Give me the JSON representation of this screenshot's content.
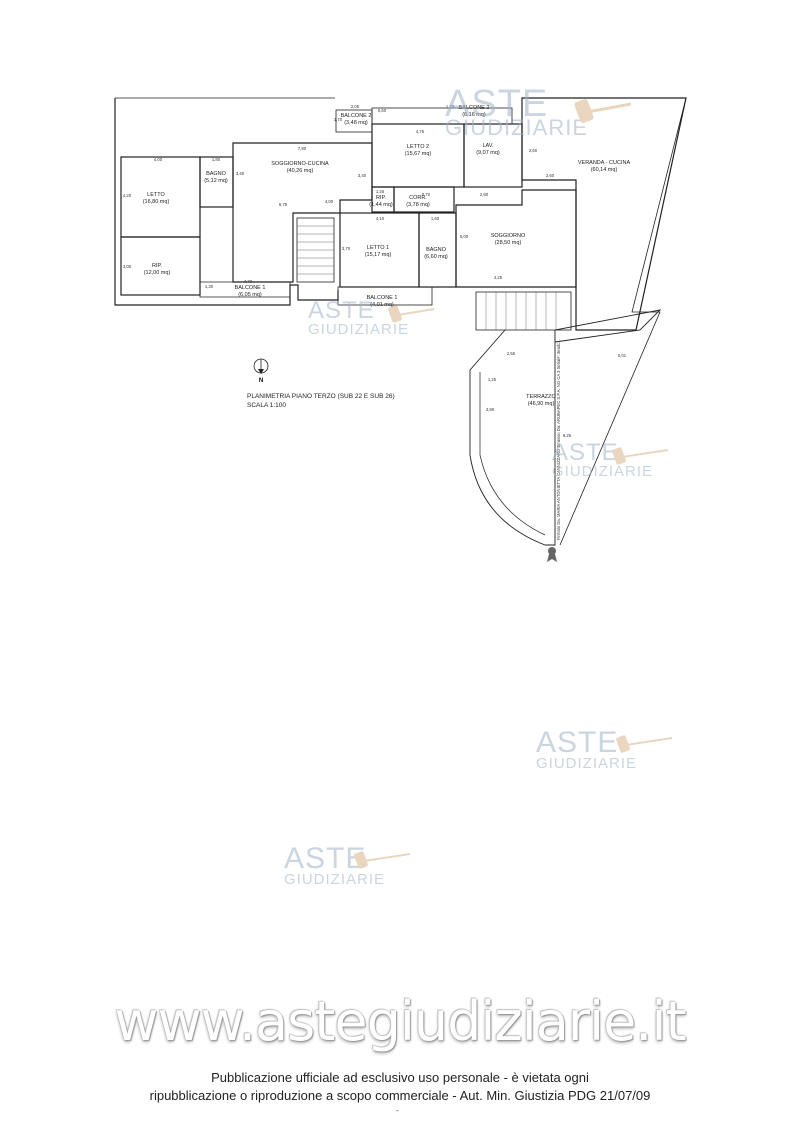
{
  "plan": {
    "rooms": [
      {
        "name": "LETTO",
        "area": "(16,80 mq)"
      },
      {
        "name": "BAGNO",
        "area": "(5,12 mq)"
      },
      {
        "name": "SOGGIORNO-CUCINA",
        "area": "(40,26 mq)"
      },
      {
        "name": "BALCONE 2",
        "area": "(3,48 mq)"
      },
      {
        "name": "BALCONE 2",
        "area": "(6,16 mq)"
      },
      {
        "name": "LETTO 2",
        "area": "(15,67 mq)"
      },
      {
        "name": "LAV.",
        "area": "(9,07 mq)"
      },
      {
        "name": "VERANDA - CUCINA",
        "area": "(60,14 mq)"
      },
      {
        "name": "RIP.",
        "area": "(12,00 mq)"
      },
      {
        "name": "BALCONE 1",
        "area": "(6,05 mq)"
      },
      {
        "name": "RIP.",
        "area": "(1,44 mq)"
      },
      {
        "name": "CORR.",
        "area": "(3,78 mq)"
      },
      {
        "name": "LETTO 1",
        "area": "(15,17 mq)"
      },
      {
        "name": "BAGNO",
        "area": "(6,60 mq)"
      },
      {
        "name": "SOGGIORNO",
        "area": "(28,50 mq)"
      },
      {
        "name": "BALCONE 1",
        "area": "(4,01 mq)"
      },
      {
        "name": "TERRAZZO",
        "area": "(46,90 mq)"
      }
    ],
    "dimensions": [
      "4,00",
      "1,80",
      "7,80",
      "4,20",
      "3,40",
      "6,75",
      "3,00",
      "4,00",
      "1,30",
      "4,70",
      "2,05",
      "0,60",
      "1,70",
      "1,70",
      "4,75",
      "3,40",
      "2,60",
      "2,60",
      "2,80",
      "1,26",
      "0,70",
      "1,60",
      "4,10",
      "3,70",
      "5,00",
      "4,25",
      "2,55",
      "1,25",
      "3,90",
      "9,25",
      "0,01"
    ],
    "north_label": "N",
    "title_line1": "PLANIMETRIA  PIANO TERZO (SUB 22 E SUB 26)",
    "title_line2": "SCALA 1:100",
    "signature_text": "Firmato Da: MARIA ANTONIETTA CANNIZZARO Emesso Da: ARUBAPEC S.P.A. NG CA 3 Serial#: 3eadc..."
  },
  "watermarks": [
    {
      "top": "ASTE",
      "bottom": "GIUDIZIARIE"
    },
    {
      "top": "ASTE",
      "bottom": "GIUDIZIARIE"
    },
    {
      "top": "ASTE",
      "bottom": "GIUDIZIARIE"
    },
    {
      "top": "ASTE",
      "bottom": "GIUDIZIARIE"
    },
    {
      "top": "ASTE",
      "bottom": "GIUDIZIARIE"
    }
  ],
  "site_url": "www.astegiudiziarie.it",
  "footer": {
    "line1": "Pubblicazione ufficiale ad esclusivo uso personale - è vietata ogni",
    "line2": "ripubblicazione o riproduzione a scopo commerciale - Aut. Min. Giustizia PDG 21/07/09",
    "page_mark": "-"
  },
  "colors": {
    "watermark": "#9fb3c8",
    "gavel": "#d9b48a",
    "line": "#222222"
  }
}
